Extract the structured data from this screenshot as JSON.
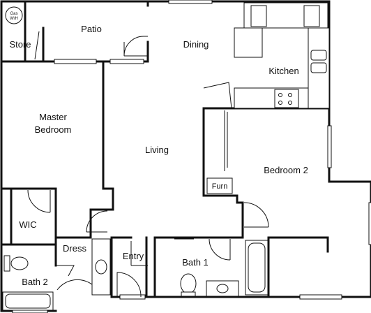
{
  "rooms": {
    "patio": "Patio",
    "store": "Store",
    "gas_wh": [
      "Gas",
      "W/H"
    ],
    "dining": "Dining",
    "kitchen": "Kitchen",
    "master_bedroom": [
      "Master",
      "Bedroom"
    ],
    "living": "Living",
    "bedroom2": "Bedroom 2",
    "furn": "Furn",
    "wic": "WIC",
    "dress": "Dress",
    "entry": "Entry",
    "bath1": "Bath 1",
    "bath2": "Bath 2"
  }
}
